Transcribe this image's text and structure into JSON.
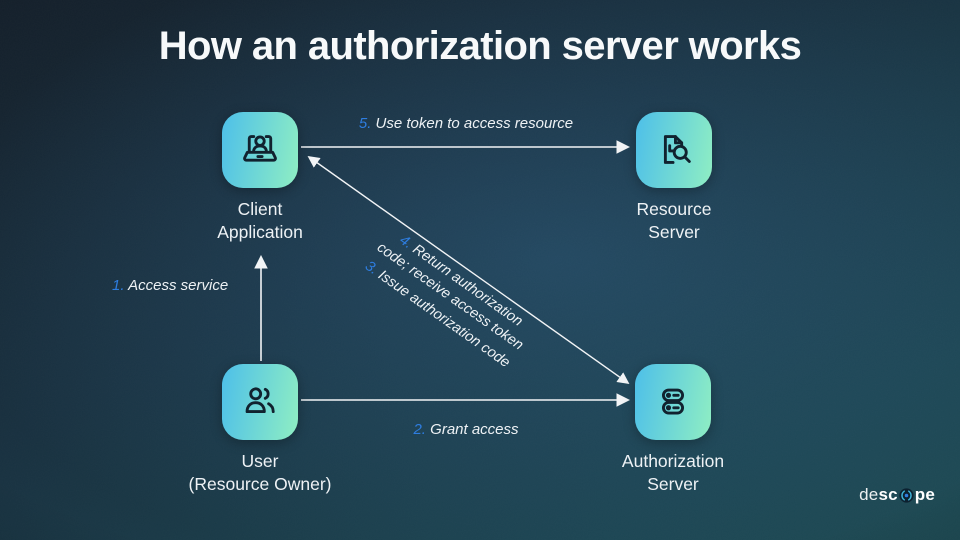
{
  "title": "How an authorization server works",
  "nodes": {
    "client": {
      "line1": "Client",
      "line2": "Application",
      "icon": "laptop-user-icon"
    },
    "resource": {
      "line1": "Resource",
      "line2": "Server",
      "icon": "document-search-icon"
    },
    "user": {
      "line1": "User",
      "line2": "(Resource Owner)",
      "icon": "two-users-icon"
    },
    "auth": {
      "line1": "Authorization",
      "line2": "Server",
      "icon": "database-icon"
    }
  },
  "arrows": {
    "a1": {
      "num": "1.",
      "text": "Access service",
      "from": "User",
      "to": "Client Application"
    },
    "a2": {
      "num": "2.",
      "text": "Grant access",
      "from": "User",
      "to": "Authorization Server"
    },
    "a3": {
      "num": "3.",
      "text": "Issue authorization code",
      "from": "Authorization Server",
      "to": "Client Application"
    },
    "a4": {
      "num": "4.",
      "line1": "Return authorization",
      "line2": "code; receive access token",
      "from": "Client Application",
      "to": "Authorization Server"
    },
    "a5": {
      "num": "5.",
      "text": "Use token to access resource",
      "from": "Client Application",
      "to": "Resource Server"
    }
  },
  "logo": {
    "prefix": "de",
    "mid": "sc",
    "suffix": "pe"
  },
  "colors": {
    "accent_number_blue": "#2e7de0",
    "box_gradient_start": "#4dbfe9",
    "box_gradient_end": "#8feec3",
    "arrow_white": "#f2f4f6",
    "background_navy": "#16222e",
    "background_teal": "#1d4a53"
  }
}
